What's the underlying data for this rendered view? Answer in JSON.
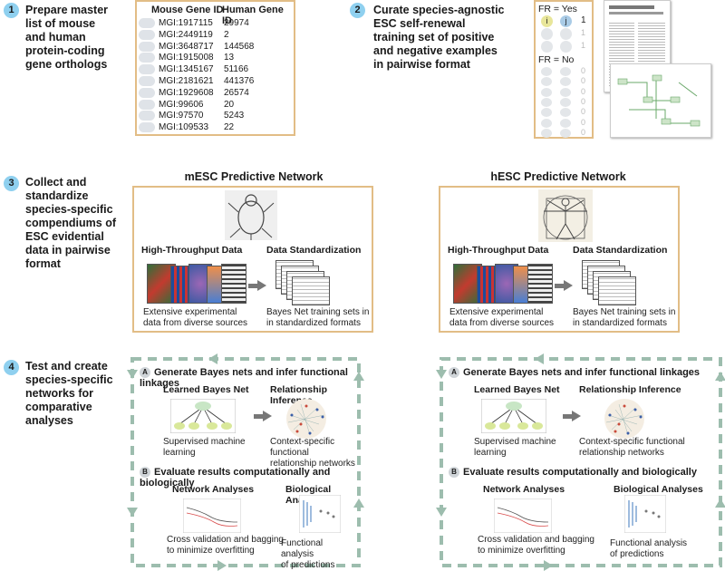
{
  "steps": [
    {
      "num": "1",
      "text": "Prepare master\nlist of mouse\nand human\nprotein-coding\ngene orthologs"
    },
    {
      "num": "2",
      "text": "Curate species-agnostic\nESC self-renewal\ntraining set of positive\nand negative examples\nin pairwise format"
    },
    {
      "num": "3",
      "text": "Collect and\nstandardize\nspecies-specific\ncompendiums of\nESC evidential\ndata in pairwise\nformat"
    },
    {
      "num": "4",
      "text": "Test and create\nspecies-specific\nnetworks for\ncomparative\nanalyses"
    }
  ],
  "ortholog_table": {
    "headers": [
      "Mouse Gene ID",
      "Human Gene ID"
    ],
    "rows": [
      [
        "MGI:1917115",
        "29974"
      ],
      [
        "MGI:2449119",
        "2"
      ],
      [
        "MGI:3648717",
        "144568"
      ],
      [
        "MGI:1915008",
        "13"
      ],
      [
        "MGI:1345167",
        "51166"
      ],
      [
        "MGI:2181621",
        "441376"
      ],
      [
        "MGI:1929608",
        "26574"
      ],
      [
        "MGI:99606",
        "20"
      ],
      [
        "MGI:97570",
        "5243"
      ],
      [
        "MGI:109533",
        "22"
      ]
    ]
  },
  "training_set": {
    "fr_yes": "FR = Yes",
    "fr_no": "FR = No",
    "i_label": "i",
    "j_label": "j",
    "yes_values": [
      "1",
      "1",
      "1"
    ],
    "no_values": [
      "0",
      "0",
      "0",
      "0",
      "0",
      "0",
      "0"
    ]
  },
  "networks": [
    {
      "title": "mESC Predictive Network",
      "hi_label": "High-Throughput Data",
      "std_label": "Data Standardization",
      "hi_caption": "Extensive experimental\ndata from diverse sources",
      "std_caption": "Bayes Net training sets in\nin standardized formats"
    },
    {
      "title": "hESC Predictive Network",
      "hi_label": "High-Throughput Data",
      "std_label": "Data Standardization",
      "hi_caption": "Extensive experimental\ndata from diverse sources",
      "std_caption": "Bayes Net training sets in\nin standardized formats"
    }
  ],
  "analysis": {
    "a_badge": "A",
    "a_title": "Generate Bayes nets and infer functional linkages",
    "learned": "Learned Bayes Net",
    "relationship": "Relationship Inference",
    "learned_cap": "Supervised machine\nlearning",
    "relationship_cap": "Context-specific functional\nrelationship networks",
    "b_badge": "B",
    "b_title": "Evaluate results computationally and biologically",
    "network_an": "Network Analyses",
    "bio_an": "Biological Analyses",
    "network_cap": "Cross validation and bagging\nto minimize overfitting",
    "bio_cap": "Functional analysis\nof predictions"
  },
  "colors": {
    "box_border": "#e2bd86",
    "step_circle": "#8fd0ef",
    "dash": "#9dbdae"
  }
}
